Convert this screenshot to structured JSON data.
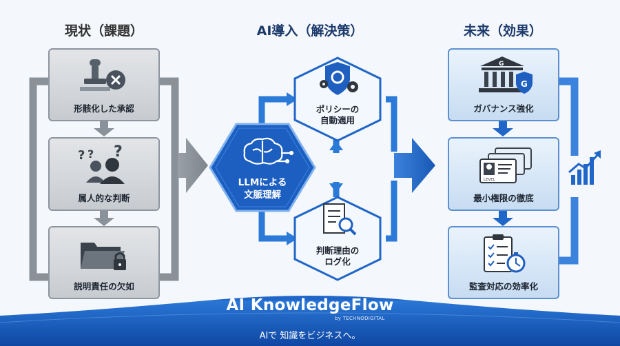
{
  "columns": {
    "current": {
      "title": "現状（課題）",
      "items": [
        "形骸化した承認",
        "属人的な判断",
        "説明責任の欠如"
      ]
    },
    "ai": {
      "title": "AI導入（解決策）",
      "center": [
        "LLMによる",
        "文脈理解"
      ],
      "top": [
        "ポリシーの",
        "自動適用"
      ],
      "bottom": [
        "判断理由の",
        "ログ化"
      ]
    },
    "future": {
      "title": "未来（効果）",
      "items": [
        "ガバナンス強化",
        "最小権限の徹底",
        "監査対応の効率化"
      ]
    }
  },
  "icons": {
    "current": [
      "stamp-rejected-icon",
      "confused-people-icon",
      "locked-folder-icon"
    ],
    "ai": [
      "brain-circuit-icon",
      "shield-gears-icon",
      "document-search-icon"
    ],
    "future": [
      "governance-building-icon",
      "id-cards-icon",
      "audit-checklist-icon",
      "growth-chart-icon"
    ]
  },
  "icon_text": {
    "building_badge": "G",
    "shield_badge": "G",
    "id_card_caption": "LEVEL",
    "confused_marks": [
      "?",
      "?",
      "?"
    ]
  },
  "banner": {
    "title": "AI KnowledgeFlow",
    "by": "by TECHNODIGITAL",
    "tagline": "AIで 知識をビジネスへ。"
  },
  "colors": {
    "gray_border": "#8e959e",
    "gray_flow": "#8a9199",
    "blue_primary": "#1f66c8",
    "blue_light": "#5c8fd0",
    "navy": "#1b3a6b",
    "banner": "#1659bf"
  }
}
